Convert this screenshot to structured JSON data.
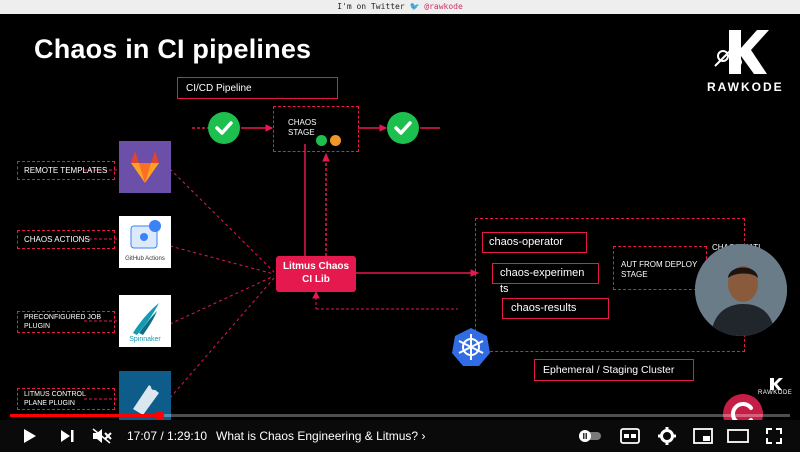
{
  "banner": {
    "text_before": "I'm on Twitter ",
    "handle": "@rawkode"
  },
  "slide": {
    "title": "Chaos in CI pipelines",
    "pipeline_label": "CI/CD Pipeline",
    "chaos_stage": "CHAOS\nSTAGE",
    "left_labels": {
      "remote_templates": "REMOTE TEMPLATES",
      "chaos_actions": "CHAOS ACTIONS",
      "preconfigured": "PRECONFIGURED JOB\nPLUGIN",
      "litmus_control": "LITMUS CONTROL\nPLANE PLUGIN"
    },
    "github_actions_label": "GitHub Actions",
    "spinnaker_label": "Spinnaker",
    "lib_label": "Litmus Chaos\nCI Lib",
    "operator": "chaos-operator",
    "experiments": "chaos-experimen",
    "experiments_wrap": "ts",
    "results": "chaos-results",
    "aut": "AUT FROM DEPLOY\nSTAGE",
    "chaos_native": "CHAOS NATI",
    "cluster": "Ephemeral / Staging Cluster",
    "brand": "RAWKODE",
    "brand_small": "RAWKODE"
  },
  "player": {
    "time": "17:07 / 1:29:10",
    "chapter": "What is Chaos Engineering & Litmus?",
    "progress": 0.192
  },
  "colors": {
    "accent": "#e5194e",
    "check": "#1dbf4e",
    "progress": "#ff0000"
  }
}
